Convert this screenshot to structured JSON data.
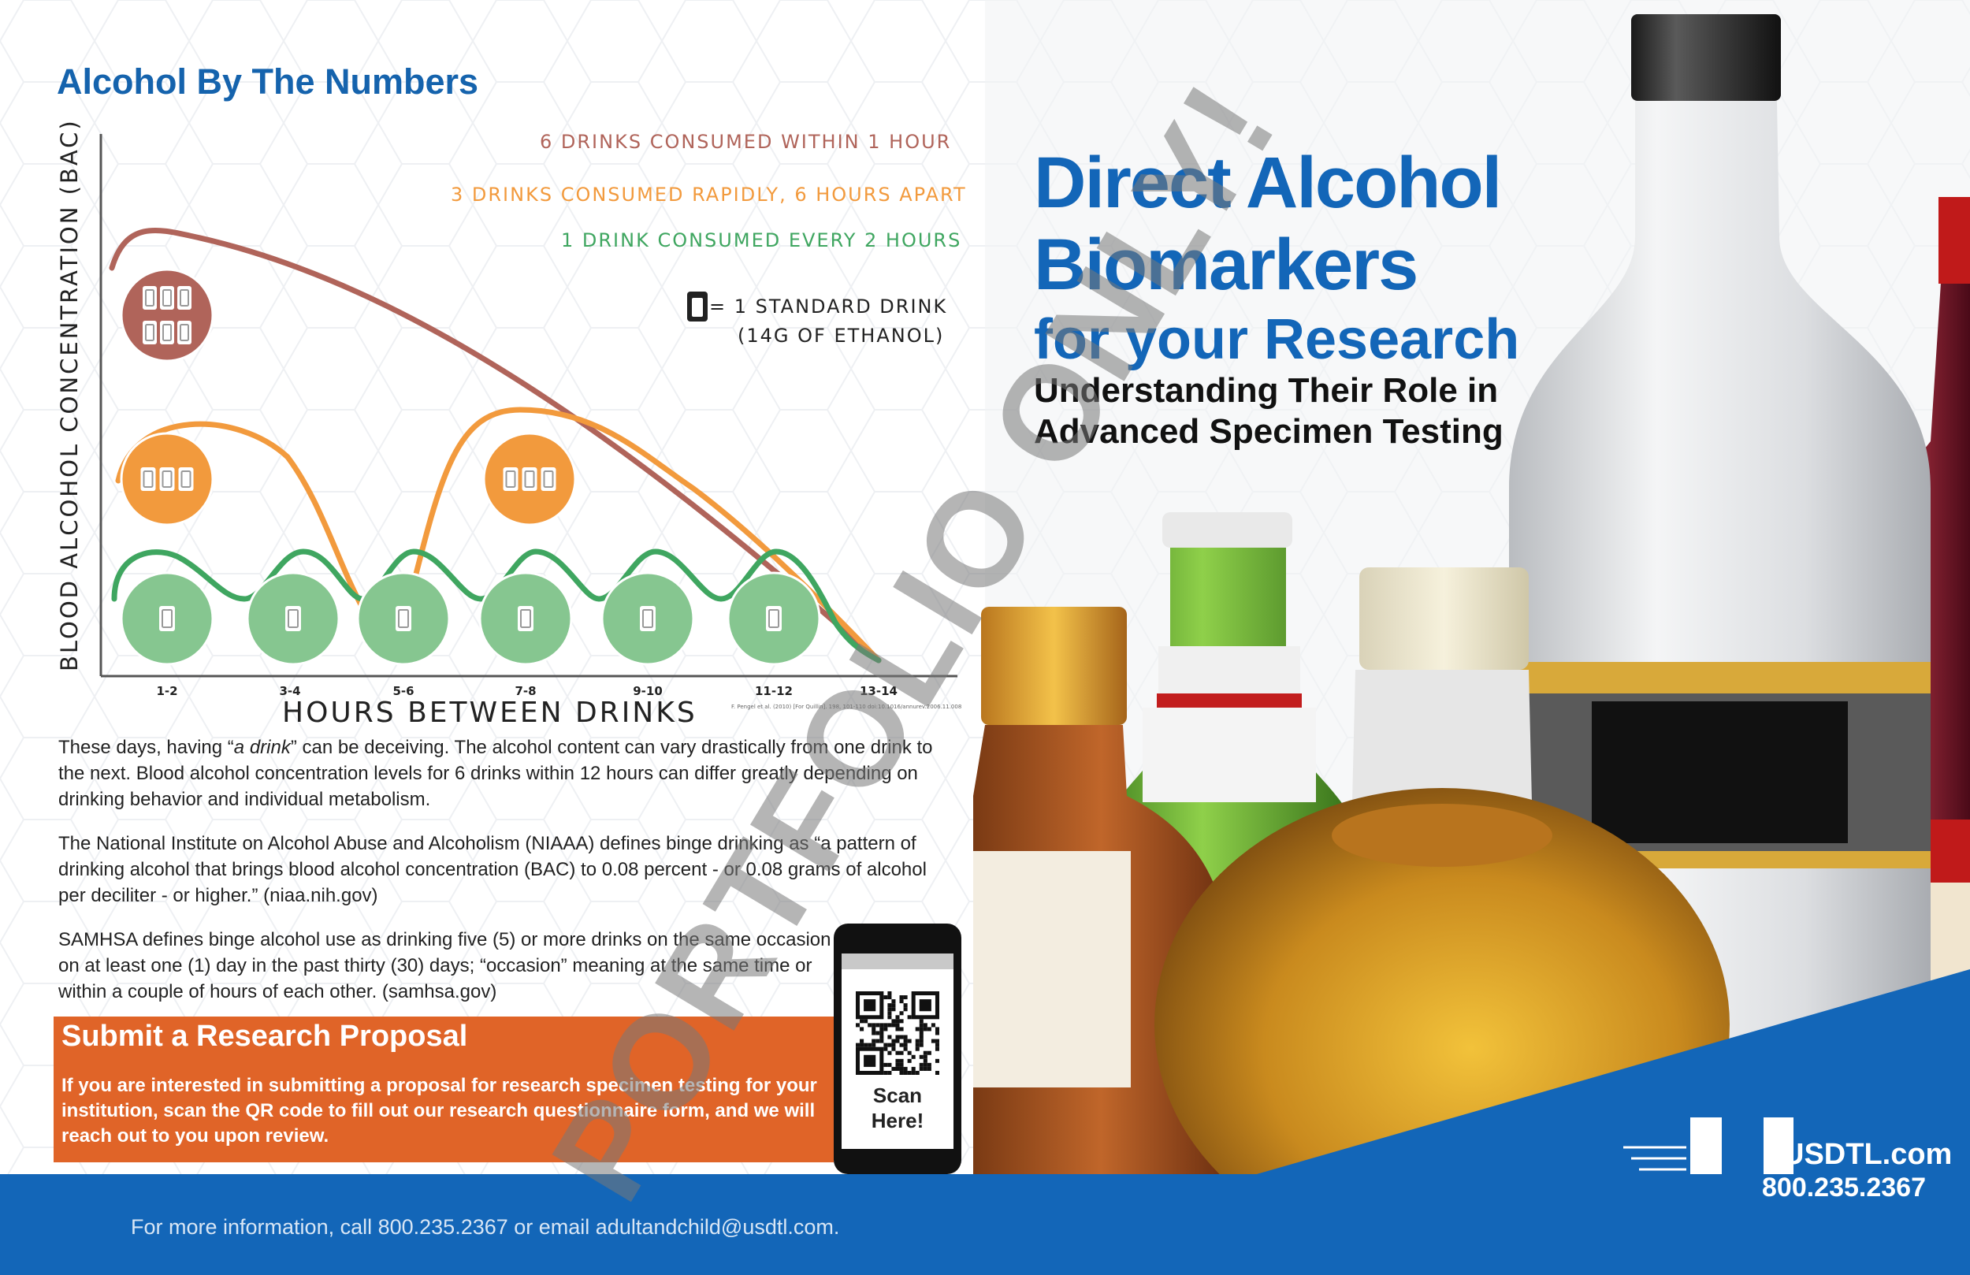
{
  "section_title": "Alcohol By The Numbers",
  "chart": {
    "y_label": "BLOOD ALCOHOL CONCENTRATION (BAC)",
    "x_label": "HOURS BETWEEN DRINKS",
    "legend": {
      "red": "6 DRINKS CONSUMED WITHIN 1 HOUR",
      "orange": "3 DRINKS CONSUMED RAPIDLY, 6 HOURS APART",
      "green": "1 DRINK CONSUMED EVERY 2 HOURS",
      "std_line1": "= 1 STANDARD DRINK",
      "std_line2": "(14G OF ETHANOL)"
    },
    "citation": "F. Pengel et al. (2010) [For Quillin]. 198, 101-110 doi:10.1016/annurev.2006.11.008",
    "colors": {
      "red": "#b0645a",
      "orange": "#f29a3d",
      "green": "#3fa660",
      "green_fill": "#86c690"
    }
  },
  "chart_data": {
    "type": "line",
    "categories": [
      "1-2",
      "3-4",
      "5-6",
      "7-8",
      "9-10",
      "11-12",
      "13-14"
    ],
    "xlabel": "HOURS BETWEEN DRINKS",
    "ylabel": "BLOOD ALCOHOL CONCENTRATION (BAC)",
    "series": [
      {
        "name": "6 DRINKS CONSUMED WITHIN 1 HOUR",
        "color": "#b0645a",
        "drinks_per_marker": 6,
        "drink_positions": [
          0
        ]
      },
      {
        "name": "3 DRINKS CONSUMED RAPIDLY, 6 HOURS APART",
        "color": "#f29a3d",
        "drinks_per_marker": 3,
        "drink_positions": [
          0,
          3
        ]
      },
      {
        "name": "1 DRINK CONSUMED EVERY 2 HOURS",
        "color": "#3fa660",
        "drinks_per_marker": 1,
        "drink_positions": [
          0,
          1,
          2,
          3,
          4,
          5
        ]
      }
    ]
  },
  "paragraphs": [
    {
      "before": "These days, having “",
      "emph": "a drink",
      "after": "” can be deceiving. The alcohol content can vary drastically from one drink to the next. Blood alcohol concentration levels for 6 drinks within 12 hours can differ greatly depending on drinking behavior and individual metabolism."
    },
    {
      "text": "The National Institute on Alcohol Abuse and Alcoholism (NIAAA) defines binge drinking as “a pattern of drinking alcohol that brings blood alcohol concentration (BAC) to 0.08 percent - or 0.08 grams of alcohol per deciliter - or higher.” (niaa.nih.gov)"
    },
    {
      "text": "SAMHSA defines binge alcohol use as drinking five (5) or more drinks on the same occasion on at least one (1) day in the past thirty (30) days; “occasion” meaning at the same time or within a couple of hours of each other. (samhsa.gov)"
    }
  ],
  "proposal": {
    "title": "Submit a Research Proposal",
    "body": "If you are interested in submitting a proposal for research specimen testing for your institution, scan the QR code to fill out our research questionnaire form, and we will reach out to you upon review."
  },
  "phone": {
    "scan_line1": "Scan",
    "scan_line2": "Here!"
  },
  "hero": {
    "title_line1": "Direct Alcohol",
    "title_line2": "Biomarkers",
    "subtitle": "for your Research",
    "tagline_line1": "Understanding Their Role in",
    "tagline_line2": "Advanced Specimen Testing"
  },
  "footer": {
    "text": "For more information, call 800.235.2367 or email adultandchild@usdtl.com.",
    "logo_site": "USDTL.com",
    "logo_phone": "800.235.2367"
  },
  "watermark": "PORTFOLIO ONLY!",
  "colors": {
    "brand_blue": "#1366b8",
    "proposal_orange": "#e06428"
  }
}
